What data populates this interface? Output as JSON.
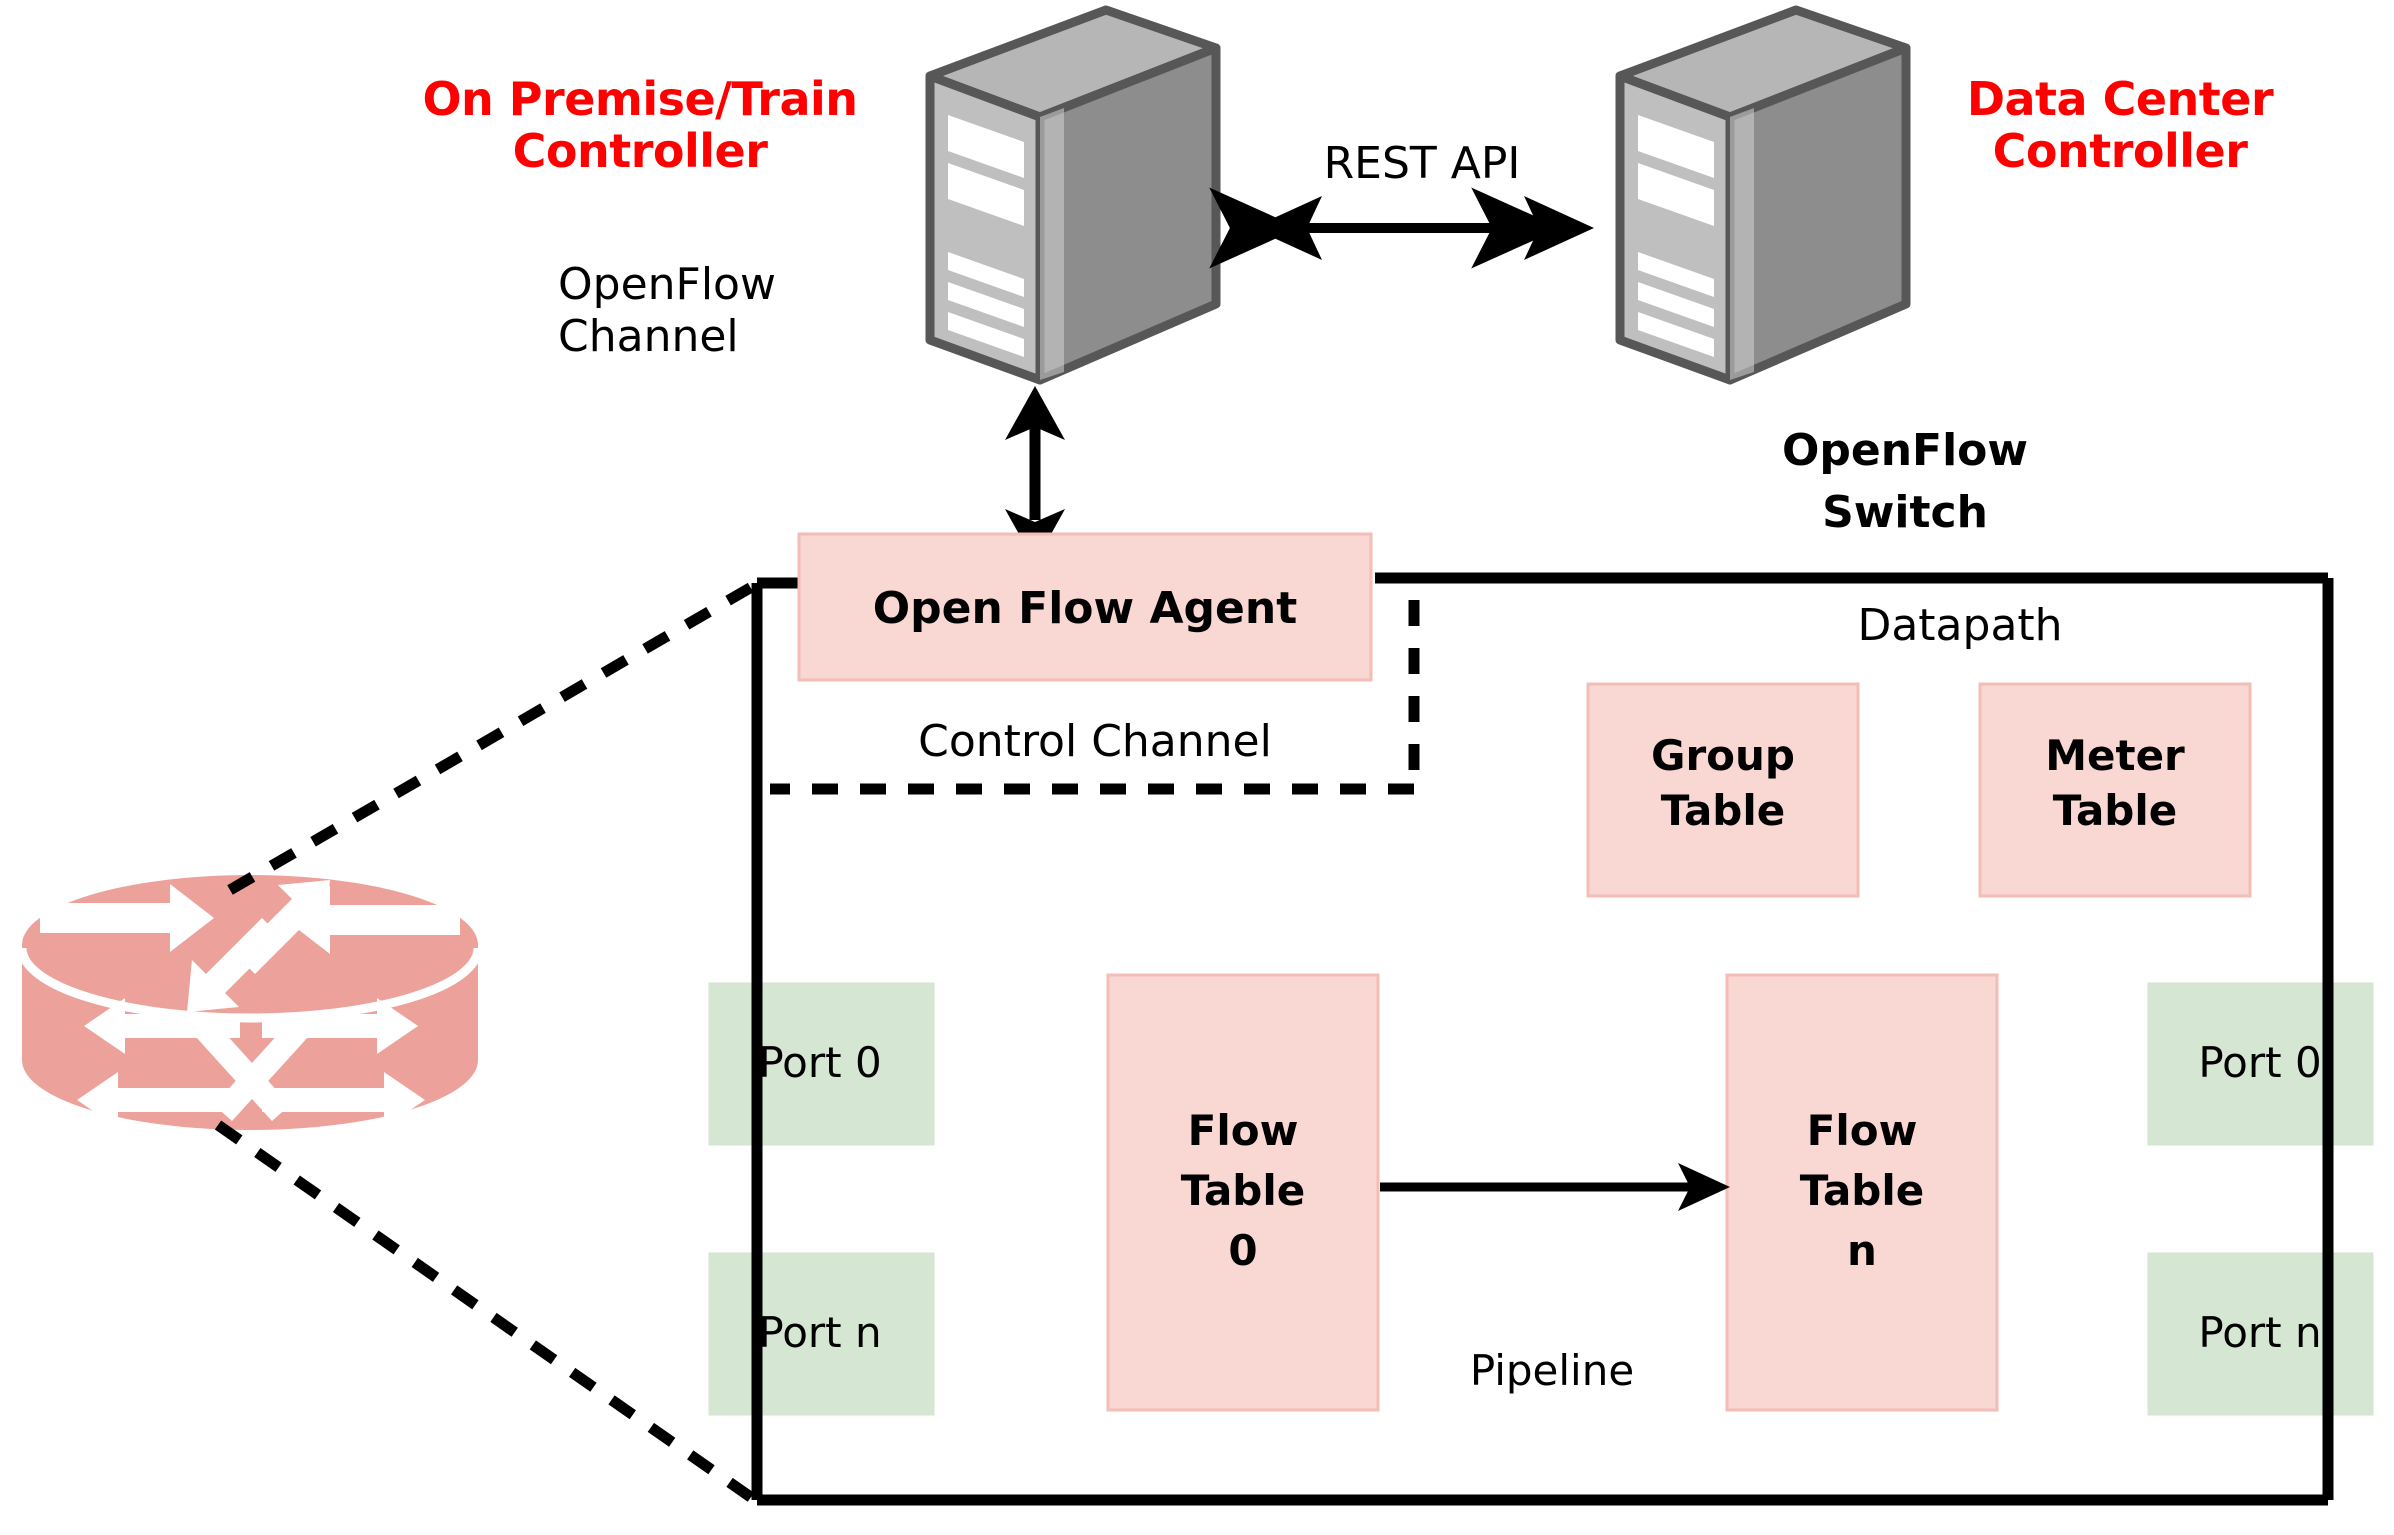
{
  "diagram": {
    "title": "OpenFlow SDN architecture with on-premise and data center controllers",
    "colors": {
      "label_red": "#ff0000",
      "table_pink": "#f9d7d2",
      "table_pink_border": "#f2beb7",
      "port_green": "#d5e6d2",
      "router_salmon": "#eda19b",
      "line_black": "#000000",
      "server_top": "#b4b4b4",
      "server_front": "#bcbcbc",
      "server_side": "#8c8c8c",
      "server_outline": "#575757",
      "server_slot": "#ffffff"
    }
  },
  "controllers": {
    "left": {
      "label_line1": "On Premise/Train",
      "label_line2": "Controller",
      "icon": "server-tower-icon"
    },
    "right": {
      "label_line1": "Data Center",
      "label_line2": "Controller",
      "icon": "server-tower-icon"
    },
    "link_label": "REST API",
    "link_icon": "double-arrow-horizontal-icon"
  },
  "openflow_channel": {
    "label_line1": "OpenFlow",
    "label_line2": "Channel",
    "icon": "double-arrow-vertical-icon"
  },
  "switch": {
    "label_line1": "OpenFlow",
    "label_line2": "Switch",
    "agent_label": "Open Flow Agent",
    "datapath_label": "Datapath",
    "control_channel_label": "Control Channel",
    "pipeline_label": "Pipeline",
    "tables": [
      {
        "name": "group-table",
        "line1": "Group",
        "line2": "Table"
      },
      {
        "name": "meter-table",
        "line1": "Meter",
        "line2": "Table"
      }
    ],
    "flow_tables": [
      {
        "name": "flow-table-0",
        "line1": "Flow",
        "line2": "Table",
        "line3": "0"
      },
      {
        "name": "flow-table-n",
        "line1": "Flow",
        "line2": "Table",
        "line3": "n"
      }
    ],
    "ports_left": [
      {
        "name": "port-left-0",
        "label": "Port 0"
      },
      {
        "name": "port-left-n",
        "label": "Port n"
      }
    ],
    "ports_right": [
      {
        "name": "port-right-0",
        "label": "Port 0"
      },
      {
        "name": "port-right-n",
        "label": "Port n"
      }
    ]
  },
  "router": {
    "icon": "router-icon",
    "label": ""
  }
}
